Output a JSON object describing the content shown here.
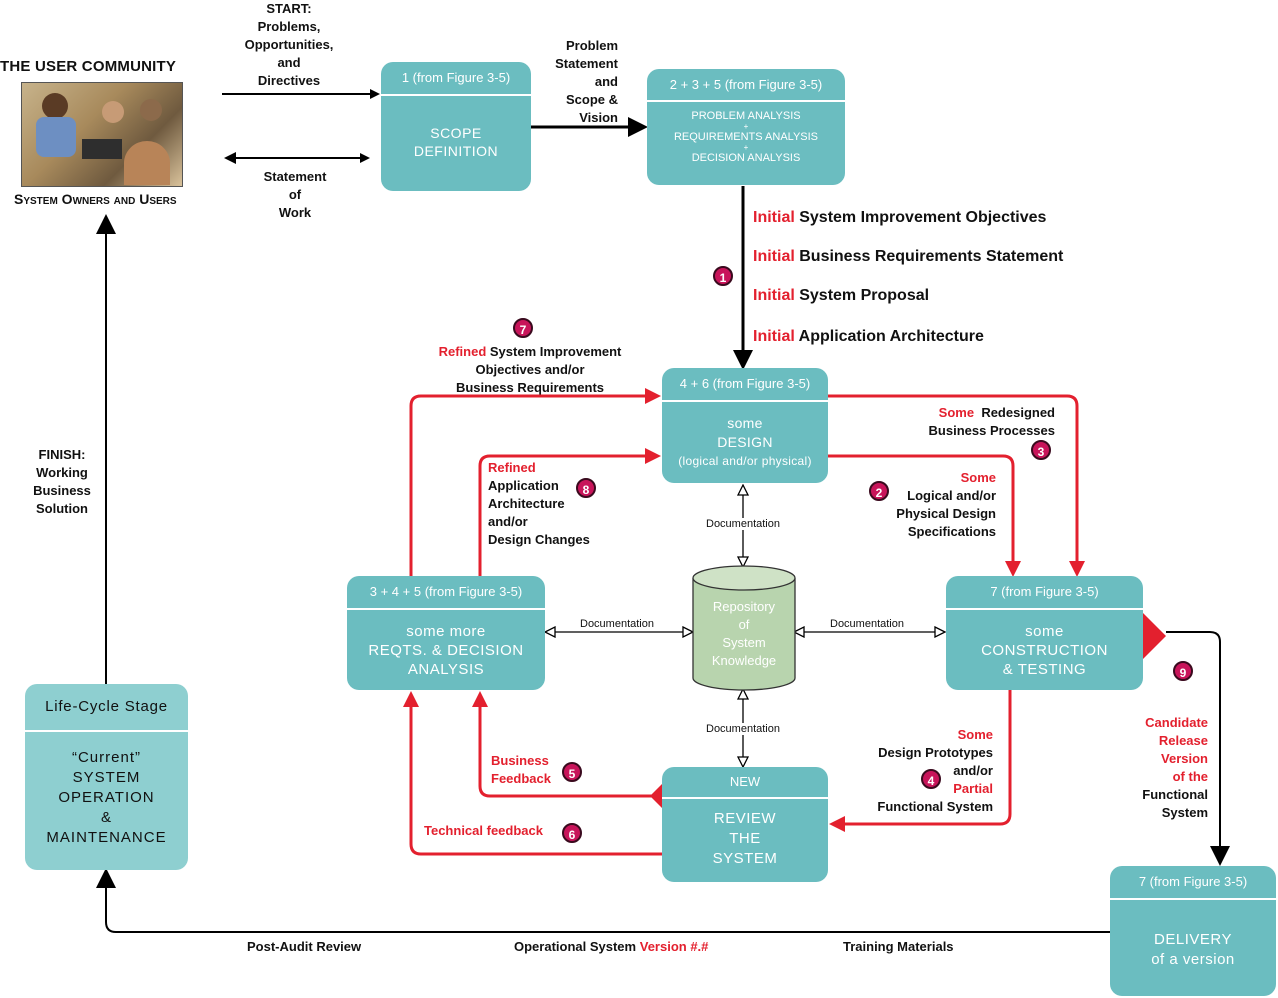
{
  "community": {
    "title": "THE USER COMMUNITY",
    "subtitle": "System Owners and Users"
  },
  "start_label": [
    "START:",
    "Problems,",
    "Opportunities,",
    "and",
    "Directives"
  ],
  "statement_of_work": [
    "Statement",
    "of",
    "Work"
  ],
  "problem_statement": [
    "Problem",
    "Statement",
    "and",
    "Scope &",
    "Vision"
  ],
  "finish_label": [
    "FINISH:",
    "Working",
    "Business",
    "Solution"
  ],
  "boxes": {
    "scope": {
      "header": "1   (from Figure 3-5)",
      "lines": [
        "SCOPE",
        "DEFINITION"
      ]
    },
    "analysis": {
      "header": "2 + 3 + 5    (from Figure 3-5)",
      "lines": [
        "PROBLEM ANALYSIS",
        "+",
        "REQUIREMENTS ANALYSIS",
        "+",
        "DECISION ANALYSIS"
      ]
    },
    "design": {
      "header": "4 + 6   (from Figure 3-5)",
      "lines": [
        "some",
        "DESIGN",
        "(logical and/or physical)"
      ]
    },
    "reqts": {
      "header": "3 + 4 + 5   (from Figure 3-5)",
      "lines": [
        "some more",
        "REQTS. & DECISION",
        "ANALYSIS"
      ]
    },
    "construction": {
      "header": "7  (from Figure 3-5)",
      "lines": [
        "some",
        "CONSTRUCTION",
        "& TESTING"
      ]
    },
    "review": {
      "header": "NEW",
      "lines": [
        "REVIEW",
        "THE",
        "SYSTEM"
      ]
    },
    "lifecycle": {
      "header": "Life-Cycle Stage",
      "lines": [
        "“Current”",
        "SYSTEM",
        "OPERATION",
        "&",
        "MAINTENANCE"
      ]
    },
    "delivery": {
      "header": "7  (from Figure 3-5)",
      "lines": [
        "DELIVERY",
        "of a version"
      ]
    }
  },
  "repository": {
    "lines": [
      "Repository",
      "of",
      "System",
      "Knowledge"
    ]
  },
  "documentation_label": "Documentation",
  "initial_items": [
    {
      "prefix": "Initial",
      "text": "System Improvement Objectives"
    },
    {
      "prefix": "Initial",
      "text": "Business Requirements Statement"
    },
    {
      "prefix": "Initial",
      "text": "System Proposal"
    },
    {
      "prefix": "Initial",
      "text": "Application Architecture"
    }
  ],
  "flows": {
    "f7": {
      "badge": "7",
      "red": "Refined",
      "lines": [
        "System Improvement",
        "Objectives and/or",
        "Business Requirements"
      ]
    },
    "f3": {
      "badge": "3",
      "red": "Some",
      "lines": [
        "Redesigned",
        "Business Processes"
      ]
    },
    "f8": {
      "badge": "8",
      "red": "Refined",
      "lines": [
        "Application",
        "Architecture",
        "and/or",
        "Design Changes"
      ]
    },
    "f2": {
      "badge": "2",
      "red": "Some",
      "lines": [
        "Logical and/or",
        "Physical Design",
        "Specifications"
      ]
    },
    "f4": {
      "badge": "4",
      "red": "Some",
      "lines": [
        "Design Prototypes",
        "and/or"
      ],
      "red2": "Partial",
      "last": "Functional  System"
    },
    "f5": {
      "badge": "5",
      "lines": [
        "Business",
        "Feedback"
      ]
    },
    "f6": {
      "badge": "6",
      "text": "Technical feedback"
    },
    "f9": {
      "badge": "9",
      "red_lines": [
        "Candidate",
        "Release",
        "Version",
        "of the"
      ],
      "lines": [
        "Functional",
        "System"
      ]
    },
    "f1": {
      "badge": "1"
    }
  },
  "bottom": {
    "post_audit": "Post-Audit Review",
    "operational": "Operational System",
    "version": "Version #.#",
    "training": "Training Materials"
  },
  "colors": {
    "box": "#6bbdc0",
    "box_light": "#8ecfd0",
    "red": "#e3202e",
    "repo": "#b8d4ae",
    "badge": "#c8145a"
  }
}
